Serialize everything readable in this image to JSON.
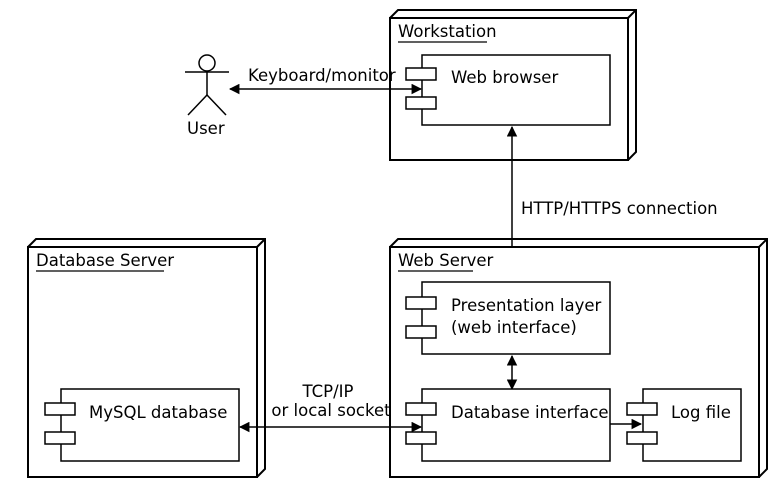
{
  "actor": {
    "label": "User"
  },
  "nodes": {
    "workstation": {
      "title": "Workstation"
    },
    "web_server": {
      "title": "Web Server"
    },
    "database_server": {
      "title": "Database Server"
    }
  },
  "components": {
    "web_browser": {
      "label": "Web browser"
    },
    "presentation_layer": {
      "line1": "Presentation layer",
      "line2": "(web interface)"
    },
    "database_interface": {
      "label": "Database interface"
    },
    "log_file": {
      "label": "Log file"
    },
    "mysql_database": {
      "label": "MySQL database"
    }
  },
  "connections": {
    "keyboard_monitor": {
      "label": "Keyboard/monitor"
    },
    "http": {
      "label": "HTTP/HTTPS connection"
    },
    "tcp": {
      "line1": "TCP/IP",
      "line2": "or local socket"
    }
  }
}
